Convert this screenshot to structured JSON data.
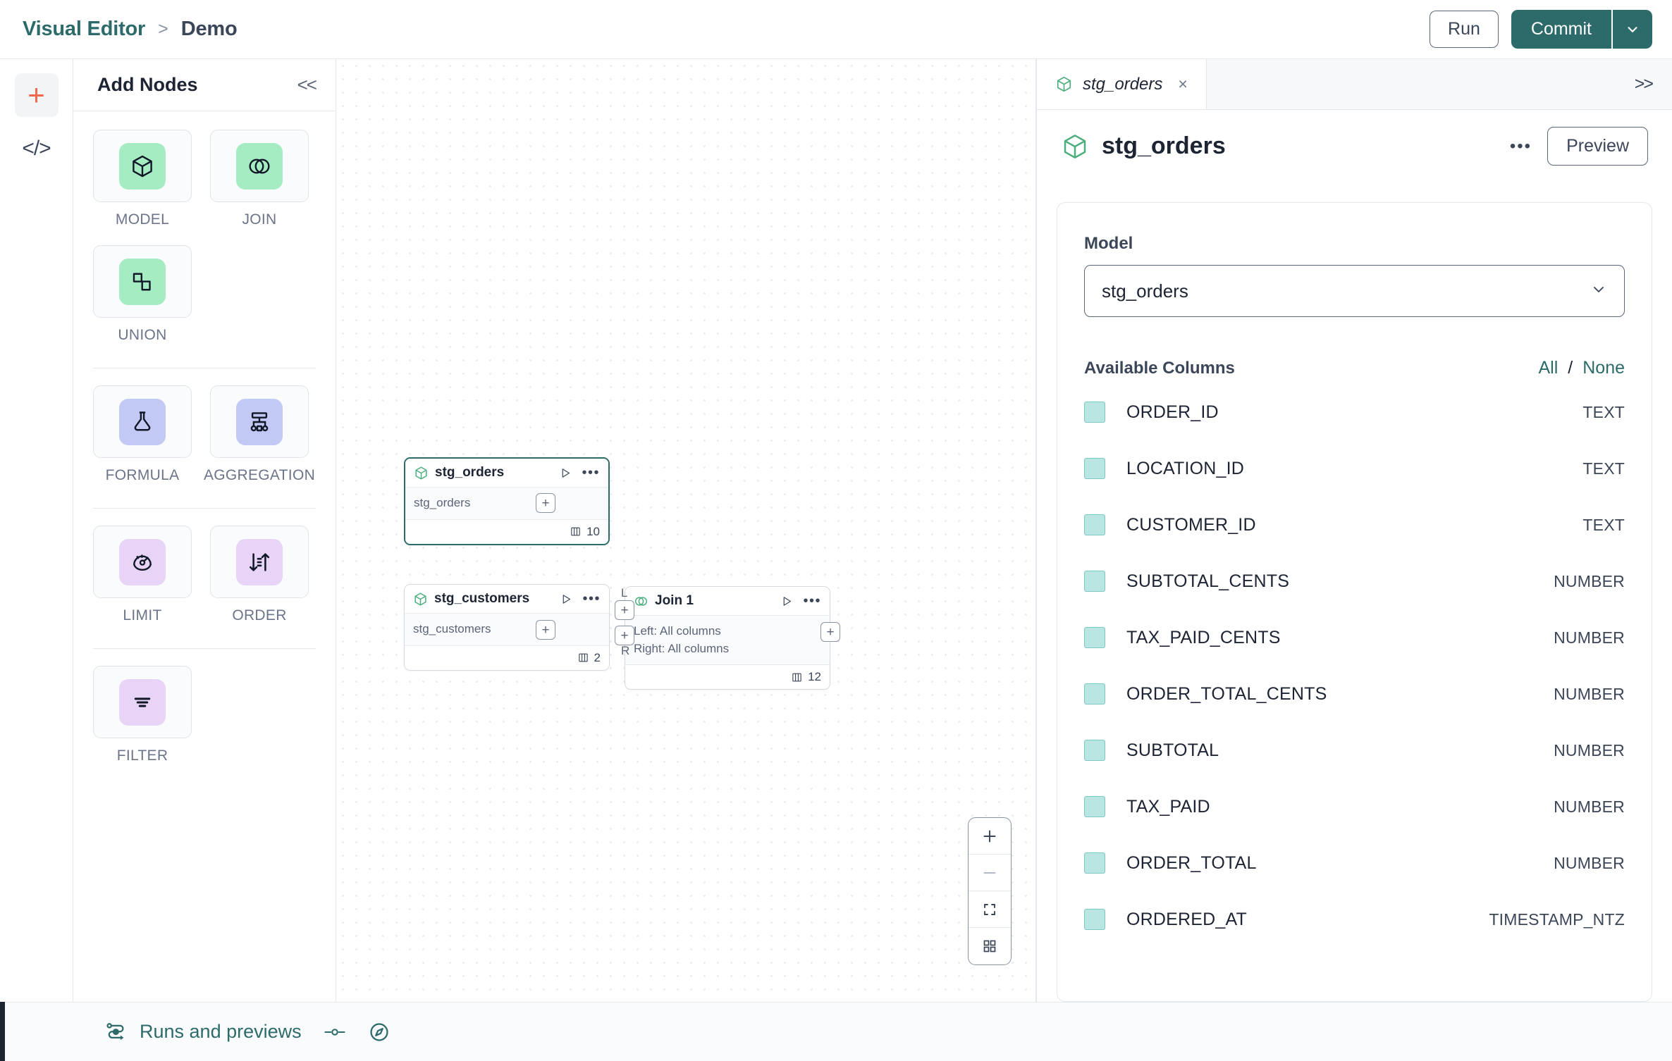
{
  "topbar": {
    "breadcrumb_root": "Visual Editor",
    "breadcrumb_sep": ">",
    "breadcrumb_leaf": "Demo",
    "run_label": "Run",
    "commit_label": "Commit"
  },
  "rail": {
    "add_icon": "plus-icon",
    "code_icon": "code-icon",
    "code_glyph": "</>"
  },
  "nodes_panel": {
    "title": "Add Nodes",
    "collapse_glyph": "<<",
    "groups": [
      {
        "items": [
          {
            "label": "MODEL",
            "icon": "cube-icon",
            "chip": "chip-green"
          },
          {
            "label": "JOIN",
            "icon": "venn-icon",
            "chip": "chip-green"
          },
          {
            "label": "UNION",
            "icon": "union-icon",
            "chip": "chip-green"
          }
        ]
      },
      {
        "items": [
          {
            "label": "FORMULA",
            "icon": "flask-icon",
            "chip": "chip-indigo"
          },
          {
            "label": "AGGREGATION",
            "icon": "hierarchy-icon",
            "chip": "chip-indigo"
          }
        ]
      },
      {
        "items": [
          {
            "label": "LIMIT",
            "icon": "gauge-icon",
            "chip": "chip-violet"
          },
          {
            "label": "ORDER",
            "icon": "sort-icon",
            "chip": "chip-violet"
          }
        ]
      },
      {
        "items": [
          {
            "label": "FILTER",
            "icon": "filter-icon",
            "chip": "chip-violet"
          }
        ]
      }
    ]
  },
  "canvas": {
    "nodes": [
      {
        "title": "stg_orders",
        "icon": "cube-icon",
        "body": "stg_orders",
        "column_count": "10",
        "selected": true
      },
      {
        "title": "stg_customers",
        "icon": "cube-icon",
        "body": "stg_customers",
        "column_count": "2",
        "selected": false
      },
      {
        "title": "Join 1",
        "icon": "venn-icon",
        "body_left": "Left: All columns",
        "body_right": "Right: All columns",
        "column_count": "12",
        "selected": false
      }
    ],
    "port_glyph": "+",
    "port_label_left": "L",
    "port_label_right": "R",
    "zoom_controls": {
      "zoom_in": "plus-icon",
      "zoom_out": "minus-icon",
      "fit_view": "fit-screen-icon",
      "minimap": "grid-icon"
    }
  },
  "right_panel": {
    "tab_title": "stg_orders",
    "tab_icon": "cube-icon",
    "tab_close": "×",
    "expand_glyph": ">>",
    "panel_title": "stg_orders",
    "preview_label": "Preview",
    "model_label": "Model",
    "model_value": "stg_orders",
    "columns_title": "Available Columns",
    "select_all_label": "All",
    "select_separator": "/",
    "select_none_label": "None",
    "columns": [
      {
        "name": "ORDER_ID",
        "type": "TEXT"
      },
      {
        "name": "LOCATION_ID",
        "type": "TEXT"
      },
      {
        "name": "CUSTOMER_ID",
        "type": "TEXT"
      },
      {
        "name": "SUBTOTAL_CENTS",
        "type": "NUMBER"
      },
      {
        "name": "TAX_PAID_CENTS",
        "type": "NUMBER"
      },
      {
        "name": "ORDER_TOTAL_CENTS",
        "type": "NUMBER"
      },
      {
        "name": "SUBTOTAL",
        "type": "NUMBER"
      },
      {
        "name": "TAX_PAID",
        "type": "NUMBER"
      },
      {
        "name": "ORDER_TOTAL",
        "type": "NUMBER"
      },
      {
        "name": "ORDERED_AT",
        "type": "TIMESTAMP_NTZ"
      }
    ]
  },
  "bottombar": {
    "runs_label": "Runs and previews",
    "runs_icon": "flow-icon",
    "toggle_icon": "slider-icon",
    "compass_icon": "compass-icon"
  },
  "colors": {
    "accent_teal": "#2d6b6b",
    "accent_orange": "#f2684a",
    "node_green": "#a5ecc3",
    "node_indigo": "#c3c9f5",
    "node_violet": "#e7d4f7",
    "checkbox_teal": "#b9e6e2"
  }
}
